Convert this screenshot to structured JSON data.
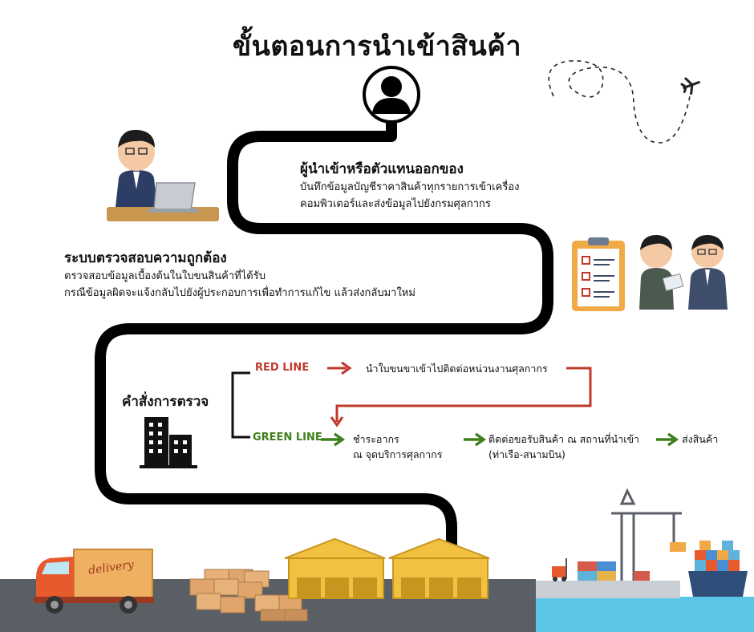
{
  "title": "ขั้นตอนการนำเข้าสินค้า",
  "step1": {
    "heading": "ผู้นำเข้าหรือตัวแทนออกของ",
    "line1": "บันทึกข้อมูลบัญชีราคาสินค้าทุกรายการเข้าเครื่อง",
    "line2": "คอมพิวเตอร์และส่งข้อมูลไปยังกรมศุลกากร"
  },
  "step2": {
    "heading": "ระบบตรวจสอบความถูกต้อง",
    "line1": "ตรวจสอบข้อมูลเบื้องต้นในใบขนสินค้าที่ได้รับ",
    "line2": "กรณีข้อมูลผิดจะแจ้งกลับไปยังผู้ประกอบการเพื่อทำการแก้ไข แล้วส่งกลับมาใหม่"
  },
  "step3": {
    "heading": "คำสั่งการตรวจ",
    "red_line": {
      "label": "RED LINE",
      "text": "นำใบขนขาเข้าไปติดต่อหน่วนงานศุลกากร"
    },
    "green_line": {
      "label": "GREEN LINE",
      "pay_line1": "ชำระอากร",
      "pay_line2": "ณ จุดบริการศุลกากร",
      "pickup_line1": "ติดต่อขอรับสินค้า ณ สถานที่นำเข้า",
      "pickup_line2": "(ท่าเรือ-สนามบิน)",
      "deliver": "ส่งสินค้า"
    }
  },
  "truck_sign": "delivery",
  "colors": {
    "red": "#c0392b",
    "green": "#3f7f1c",
    "path": "#000000",
    "warehouse": "#f3c141",
    "truck": "#e65a2e",
    "sea": "#5bc6e8",
    "ground": "#5a5f66"
  }
}
